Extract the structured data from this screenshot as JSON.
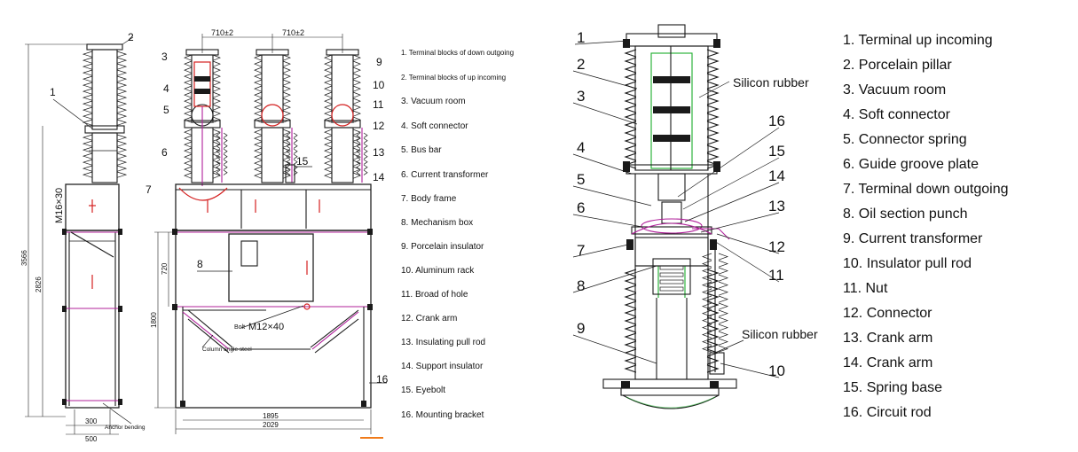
{
  "left_figure": {
    "top_dims": [
      "710±2",
      "710±2"
    ],
    "left_dims": [
      "3566",
      "2826"
    ],
    "mid_dims": [
      "720",
      "1800"
    ],
    "bottom_dims": [
      "300",
      "500",
      "1895",
      "2029"
    ],
    "bolt_label": "M16×30",
    "bolt_m12": "M12×40",
    "bolt_word": "Bolt",
    "column_note": "Column angle steel",
    "anchor_note": "Anchor bending",
    "callouts": [
      "1",
      "2",
      "3",
      "4",
      "5",
      "6",
      "7",
      "8",
      "9",
      "10",
      "11",
      "12",
      "13",
      "14",
      "15",
      "16"
    ],
    "legend": [
      "1. Terminal blocks of down outgoing",
      "2. Terminal blocks of up incoming",
      "3. Vacuum room",
      "4.  Soft connector",
      "5.  Bus bar",
      "6.  Current transformer",
      "7.  Body frame",
      "8.  Mechanism box",
      "9.  Porcelain insulator",
      "10.  Aluminum rack",
      "11. Broad of  hole",
      "12.  Crank arm",
      "13.  Insulating pull rod",
      "14.  Support insulator",
      "15.  Eyebolt",
      "16.  Mounting bracket"
    ]
  },
  "right_figure": {
    "silicon_top": "Silicon rubber",
    "silicon_bottom": "Silicon rubber",
    "callouts": [
      "1",
      "2",
      "3",
      "4",
      "5",
      "6",
      "7",
      "8",
      "9",
      "16",
      "15",
      "14",
      "13",
      "12",
      "11",
      "10"
    ],
    "legend": [
      "1.  Terminal up incoming",
      "2.  Porcelain pillar",
      "3.  Vacuum room",
      "4.  Soft connector",
      "5.  Connector spring",
      "6.  Guide groove plate",
      "7.  Terminal down outgoing",
      "8.  Oil section punch",
      "9.  Current transformer",
      "10.  Insulator pull rod",
      "11.  Nut",
      "12.  Connector",
      "13.  Crank arm",
      "14.  Crank arm",
      "15.  Spring base",
      "16.  Circuit rod"
    ]
  }
}
